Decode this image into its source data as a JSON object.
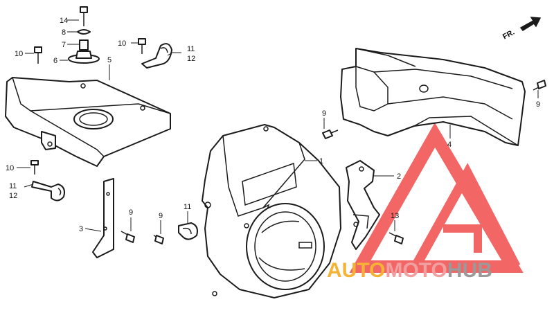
{
  "orientation_label": "FR.",
  "callouts": {
    "bolt_top": "14",
    "washer_top": "8",
    "collar_top": "7",
    "grommet_top": "6",
    "bolt_left_top": "10",
    "bolt_clip_top": "10",
    "clip_top_a": "11",
    "clip_top_b": "12",
    "shroud_top": "5",
    "bolt_left_mid": "10",
    "clip_left_a": "11",
    "clip_left_b": "12",
    "plate_left": "3",
    "bolt_plate": "9",
    "bolt_center": "9",
    "clip_center": "11",
    "fan_cover": "1",
    "bolt_upper": "9",
    "bracket": "2",
    "bolt_bracket": "13",
    "duct": "4",
    "bolt_duct": "9"
  },
  "watermark": {
    "brand_a": "AUTO",
    "brand_b": "MOTO",
    "brand_c": "HUB",
    "color_a": "#f5b335",
    "color_b": "#f0a0a0",
    "color_c": "#9a9a9a",
    "logo_color": "#ee3333"
  }
}
